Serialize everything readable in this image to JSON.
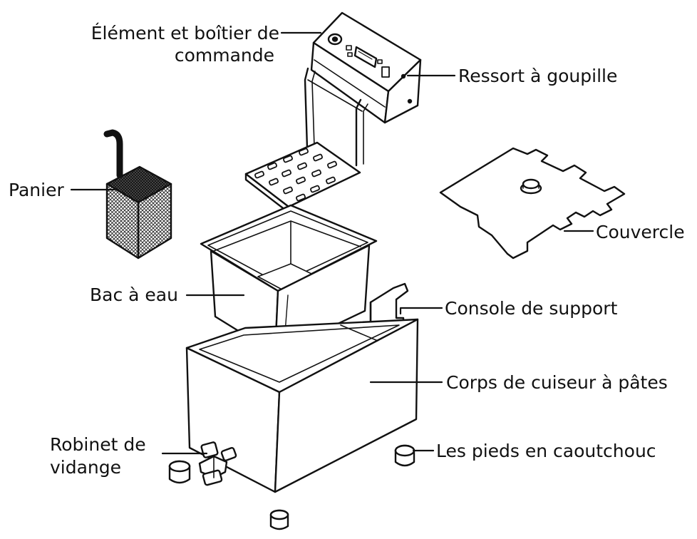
{
  "labels": {
    "control": {
      "line1": "Élément et boîtier de",
      "line2": "commande"
    },
    "spring": "Ressort à goupille",
    "basket": "Panier",
    "lid": "Couvercle",
    "water_tank": "Bac à eau",
    "bracket": "Console de support",
    "body": "Corps de cuiseur à pâtes",
    "tap": {
      "line1": "Robinet de",
      "line2": "vidange"
    },
    "feet": "Les pieds en caoutchouc"
  },
  "colors": {
    "ink": "#111111",
    "background": "#ffffff"
  }
}
